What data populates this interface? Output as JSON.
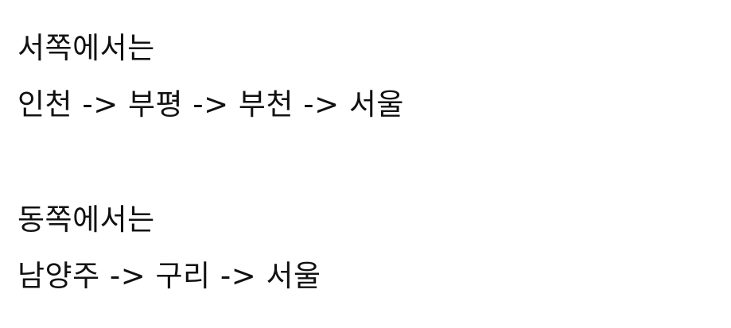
{
  "sections": [
    {
      "heading": "서쪽에서는",
      "route": "인천 -> 부평 -> 부천 -> 서울"
    },
    {
      "heading": "동쪽에서는",
      "route": "남양주 -> 구리 -> 서울"
    }
  ]
}
